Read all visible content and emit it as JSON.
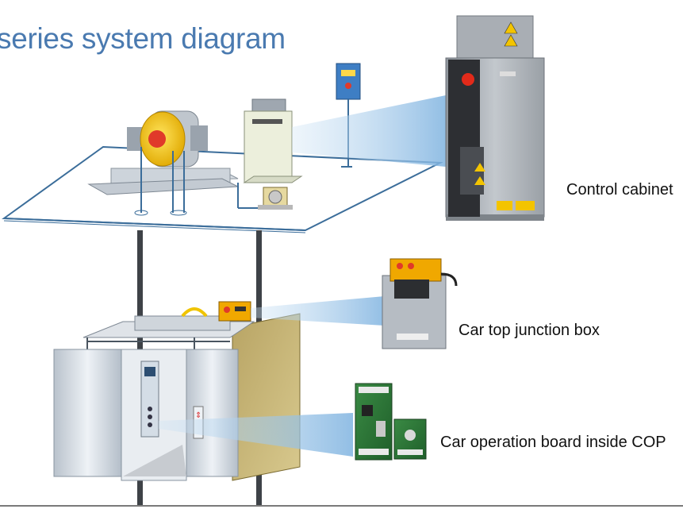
{
  "title": "series system diagram",
  "labels": {
    "control_cabinet": "Control cabinet",
    "car_top_junction_box": "Car top junction box",
    "car_operation_board": "Car operation board inside COP"
  },
  "colors": {
    "title": "#4a7ab0",
    "beam": "#9ec8ea",
    "cabinet": "#a7adb4",
    "machine_yellow": "#f5c400",
    "car_board": "#c9b36a"
  },
  "icons": [
    "control-cabinet-icon",
    "junction-box-icon",
    "operation-board-icon",
    "traction-machine-icon",
    "inspection-box-icon"
  ]
}
